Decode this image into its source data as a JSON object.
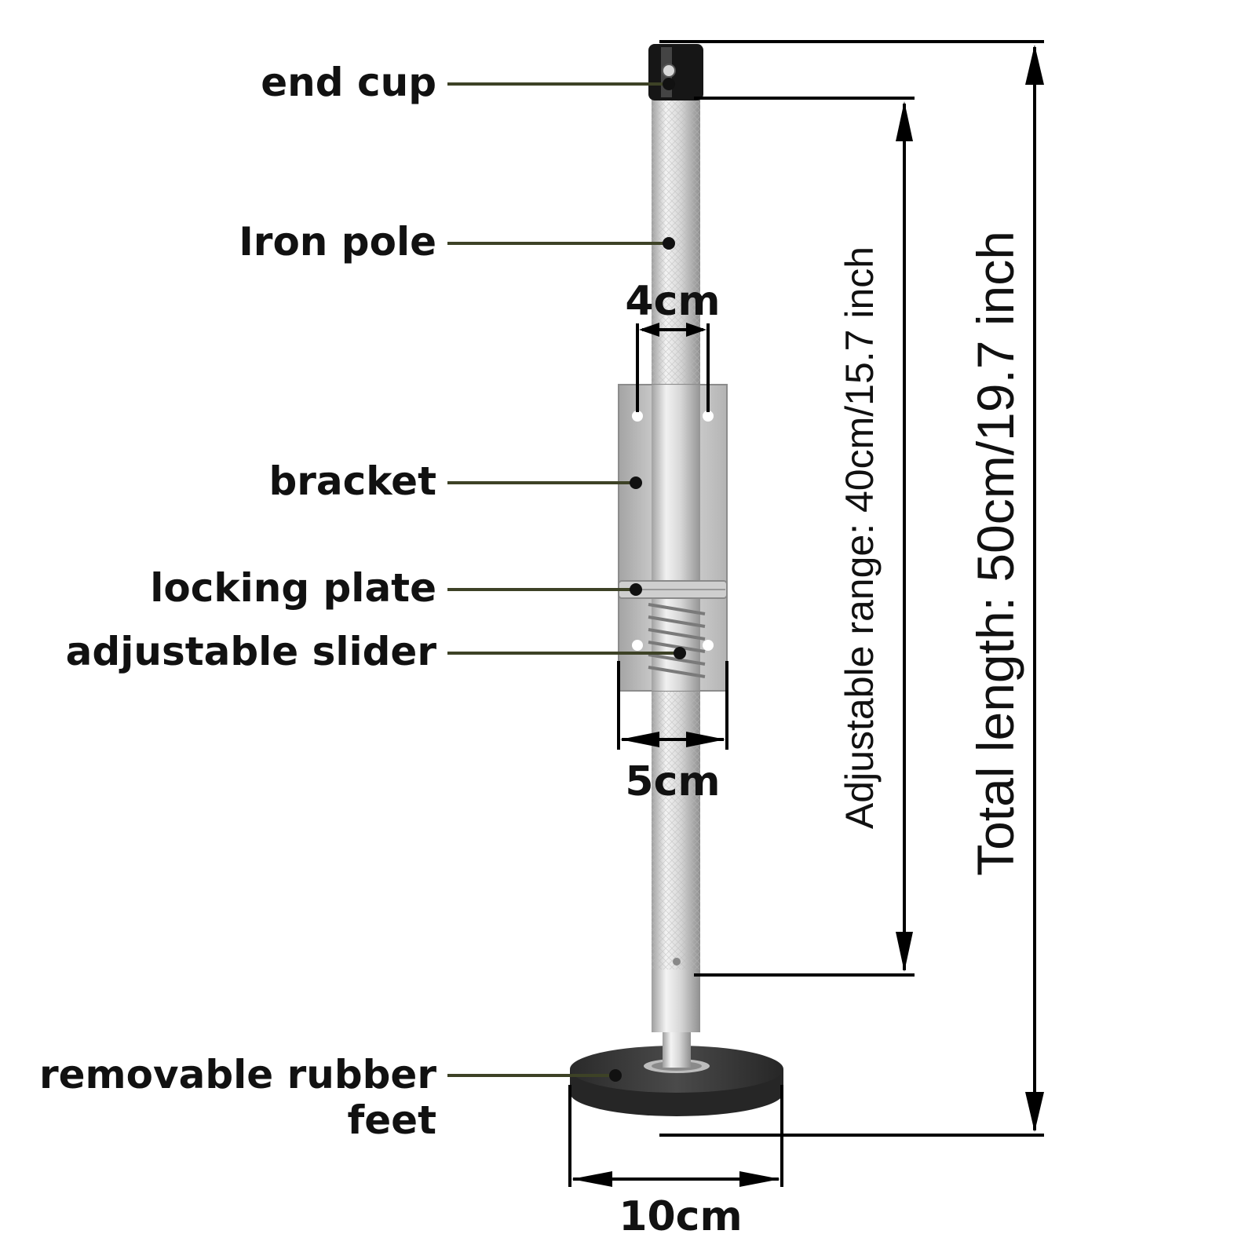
{
  "labels": {
    "end_cup": "end cup",
    "iron_pole": "Iron pole",
    "bracket": "bracket",
    "locking_plate": "locking plate",
    "adjustable_slider": "adjustable slider",
    "rubber_feet_line1": "removable rubber",
    "rubber_feet_line2": "feet"
  },
  "dimensions": {
    "pole_width": "4cm",
    "bracket_width": "5cm",
    "foot_width": "10cm",
    "adjustable_range": "Adjustable range: 40cm/15.7 inch",
    "total_length": "Total length: 50cm/19.7 inch"
  },
  "colors": {
    "leader_line": "#3d4226",
    "dimension_line": "#000000",
    "metal_light": "#e8e8e8",
    "metal_dark": "#a9a9a9",
    "rubber": "#2f2f2f"
  }
}
